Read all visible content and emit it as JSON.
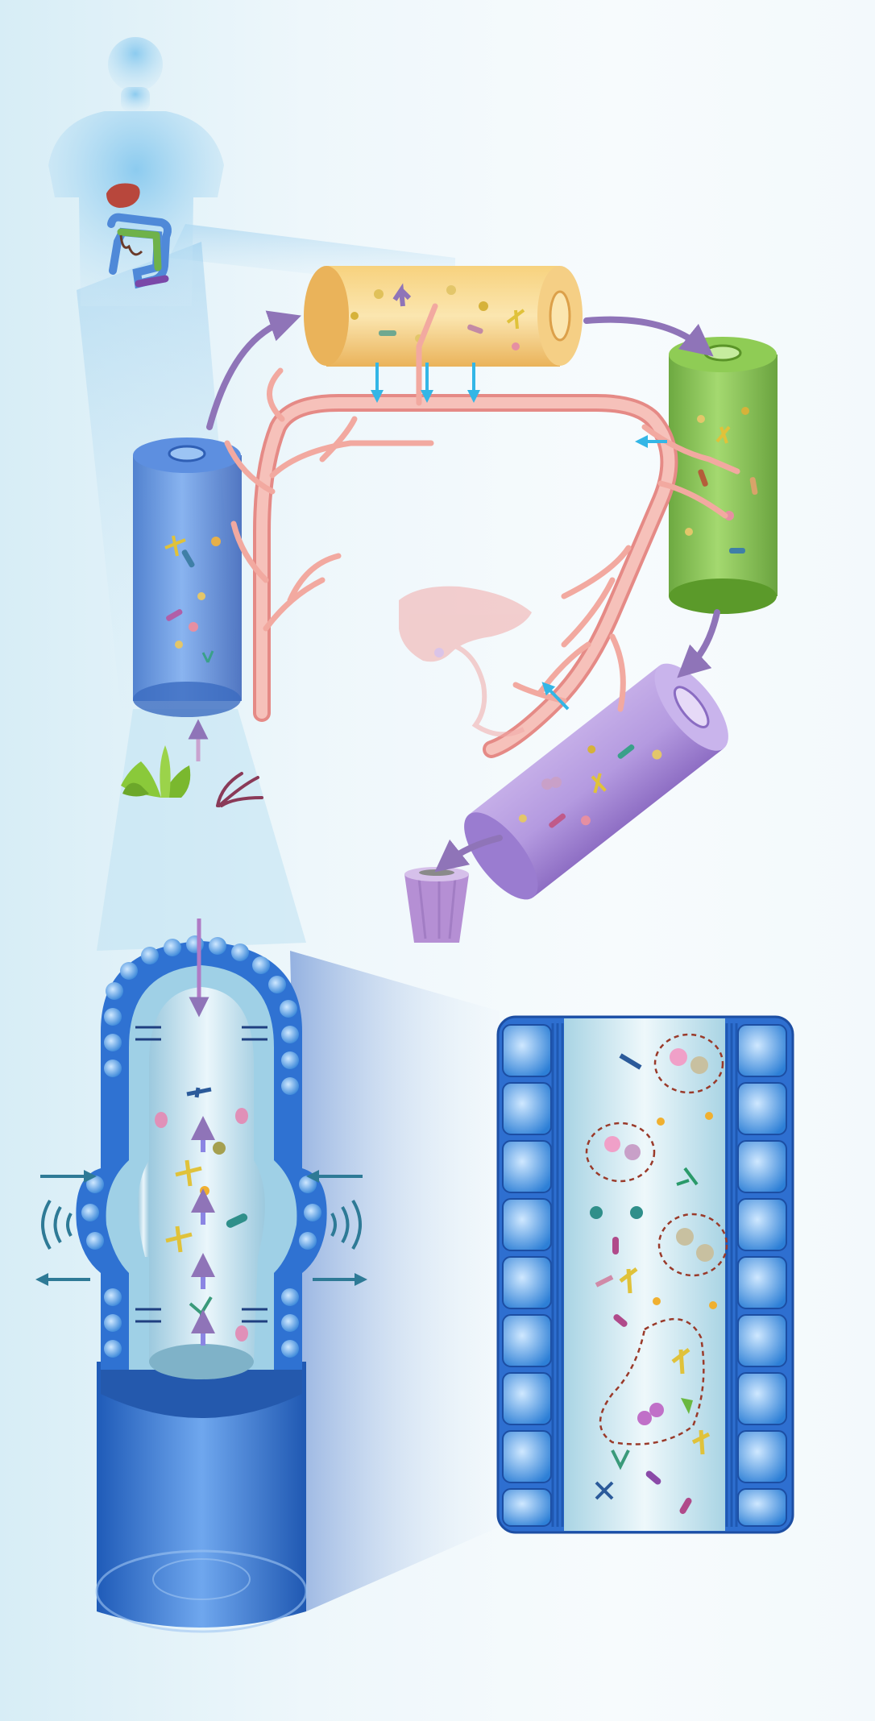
{
  "figure": {
    "labels": [],
    "colors": {
      "background": "#eef7fb",
      "small_intestine": "#4f86d8",
      "ascending_colon": "#f2c165",
      "transverse_colon": "#82c24a",
      "descending_colon": "#a98bd6",
      "blood_vessel": "#f2a9a0",
      "enterocyte": "#3f8fde",
      "lumen": "#bfe0ef",
      "arrow": "#8f74b8",
      "absorption_arrow": "#33b6e6",
      "peristalsis_arrow": "#2e7a96"
    },
    "regions": [
      "human-silhouette",
      "small-intestine-segment",
      "ascending-colon-segment",
      "transverse-colon-segment",
      "descending-colon-segment",
      "blood-vessel-tree",
      "liver",
      "stool-cup",
      "diet-plants",
      "intestinal-wall-cutaway",
      "lumen-magnified-panel"
    ]
  }
}
